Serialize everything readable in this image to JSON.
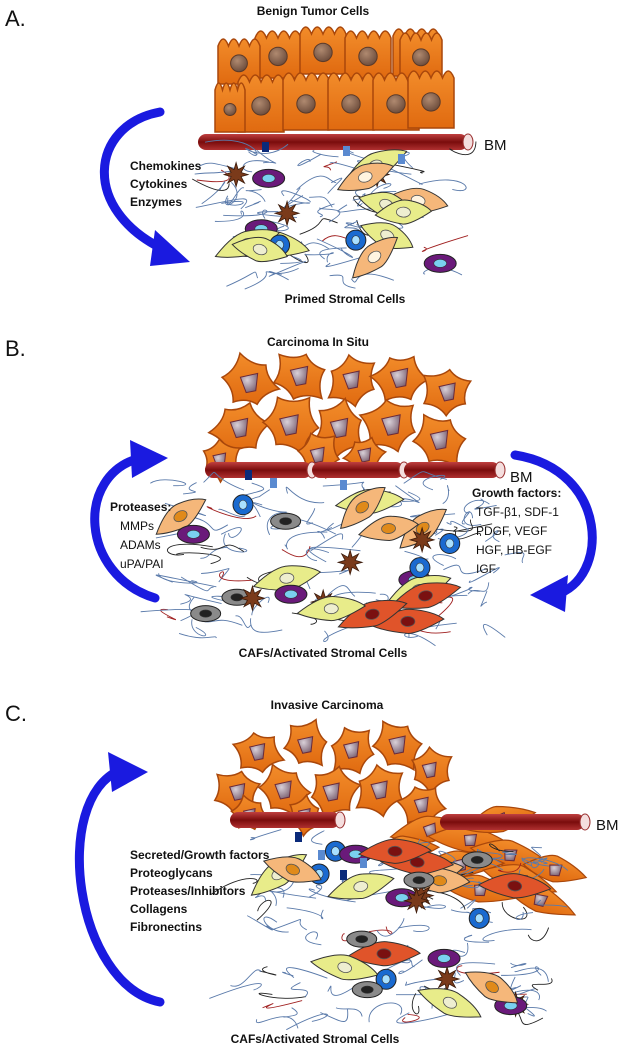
{
  "panels": [
    {
      "label": "A.",
      "title": "Benign Tumor Cells",
      "bm_label": "BM",
      "left_factors": {
        "heading": "",
        "items": [
          "Chemokines",
          "Cytokines",
          "Enzymes"
        ]
      },
      "right_factors": null,
      "bottom_label": "Primed Stromal Cells"
    },
    {
      "label": "B.",
      "title": "Carcinoma In Situ",
      "bm_label": "BM",
      "left_factors": {
        "heading": "Proteases:",
        "items": [
          "MMPs",
          "ADAMs",
          "uPA/PAI"
        ]
      },
      "right_factors": {
        "heading": "Growth factors:",
        "items": [
          "TGF-β1, SDF-1",
          "PDGF, VEGF",
          "HGF, HB-EGF",
          "IGF"
        ]
      },
      "bottom_label": "CAFs/Activated Stromal Cells"
    },
    {
      "label": "C.",
      "title": "Invasive Carcinoma",
      "bm_label": "BM",
      "left_factors": {
        "heading": "",
        "items": [
          "Secreted/Growth factors",
          "Proteoglycans",
          "Proteases/Inhibitors",
          "Collagens",
          "Fibronectins"
        ]
      },
      "right_factors": null,
      "bottom_label": "CAFs/Activated Stromal Cells"
    }
  ],
  "colors": {
    "tumor_fill": "#ee7a1a",
    "tumor_stroke": "#a9470b",
    "nucleus_benign": "#8a6a5a",
    "basement_membrane": "#8a1212",
    "arrow": "#1a1ae0",
    "fibroblast_yellow": "#e8ec8a",
    "fibroblast_peach": "#f5b77a",
    "fibroblast_red": "#e0542a",
    "star_cell": "#7a3a1a",
    "macrophage_purple": "#6a1a7a",
    "cell_blue": "#1a6ad0",
    "cell_grey": "#8a8a8a",
    "fiber": "#5a7aaa"
  }
}
